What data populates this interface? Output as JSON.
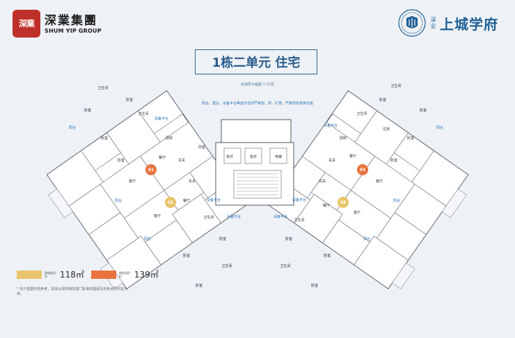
{
  "brand_left": {
    "seal_text": "深業",
    "name_cn": "深業集團",
    "name_en": "SHUM YIP GROUP"
  },
  "brand_right": {
    "prefix_vertical": "深业",
    "project_name": "上城学府"
  },
  "title": "1栋二单元 住宅",
  "floor_note": "标准层平面图 7-27层",
  "warning_note": "阳台、露台、设备平台等室外空间严禁加、改、扩建，严禁改变使用功能",
  "units": [
    {
      "id": "01",
      "color": "#e8733f"
    },
    {
      "id": "02",
      "color": "#e9c46a"
    },
    {
      "id": "03",
      "color": "#e8733f"
    },
    {
      "id": "04",
      "color": "#e9c46a"
    }
  ],
  "room_labels": {
    "bedroom": "卧室",
    "bathroom": "卫生间",
    "kitchen": "厨房",
    "living": "客厅",
    "dining": "餐厅",
    "entrance": "玄关",
    "balcony": "阳台",
    "equipment": "设备平台",
    "corridor": "过道",
    "front_room": "前室",
    "elevator": "电梯",
    "shaft": "管井"
  },
  "legend": [
    {
      "label": "建筑面积约",
      "area": "118㎡",
      "color": "#e9c46a"
    },
    {
      "label": "建筑面积约",
      "area": "139㎡",
      "color": "#e8733f"
    }
  ],
  "footnote": "* 本户型图仅供参考，具体以政府相关部门批准的图纸及买卖合同约定为准。"
}
